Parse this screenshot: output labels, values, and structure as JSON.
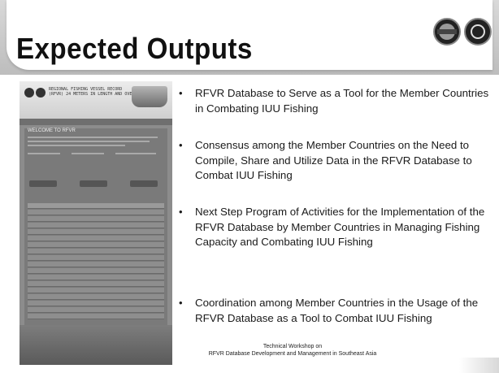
{
  "slide": {
    "title": "Expected Outputs",
    "bullets": [
      "RFVR Database to Serve as a Tool for the Member Countries in Combating IUU Fishing",
      "Consensus among the Member Countries on the Need to Compile, Share and Utilize Data in the RFVR Database to Combat IUU Fishing",
      "Next Step Program of Activities for the Implementation of the RFVR Database by Member Countries in Managing Fishing Capacity and Combating IUU Fishing",
      "Coordination among Member Countries in the Usage of the RFVR Database as a Tool to Combat IUU Fishing"
    ],
    "bullet_glyph": "•",
    "footer_line1": "Technical Workshop on",
    "footer_line2": "RFVR Database Development and Management in Southeast Asia"
  },
  "thumbnail": {
    "header_text": "REGIONAL FISHING VESSEL RECORD (RFVR) 24 METERS IN LENGTH AND OVER",
    "welcome_text": "WELCOME TO RFVR"
  },
  "colors": {
    "header_band": "#c9c9c9",
    "text": "#1a1a1a",
    "thumbnail_bg": "#8c8c8c"
  },
  "icons": [
    "seafdec-logo-icon",
    "partner-logo-icon"
  ]
}
